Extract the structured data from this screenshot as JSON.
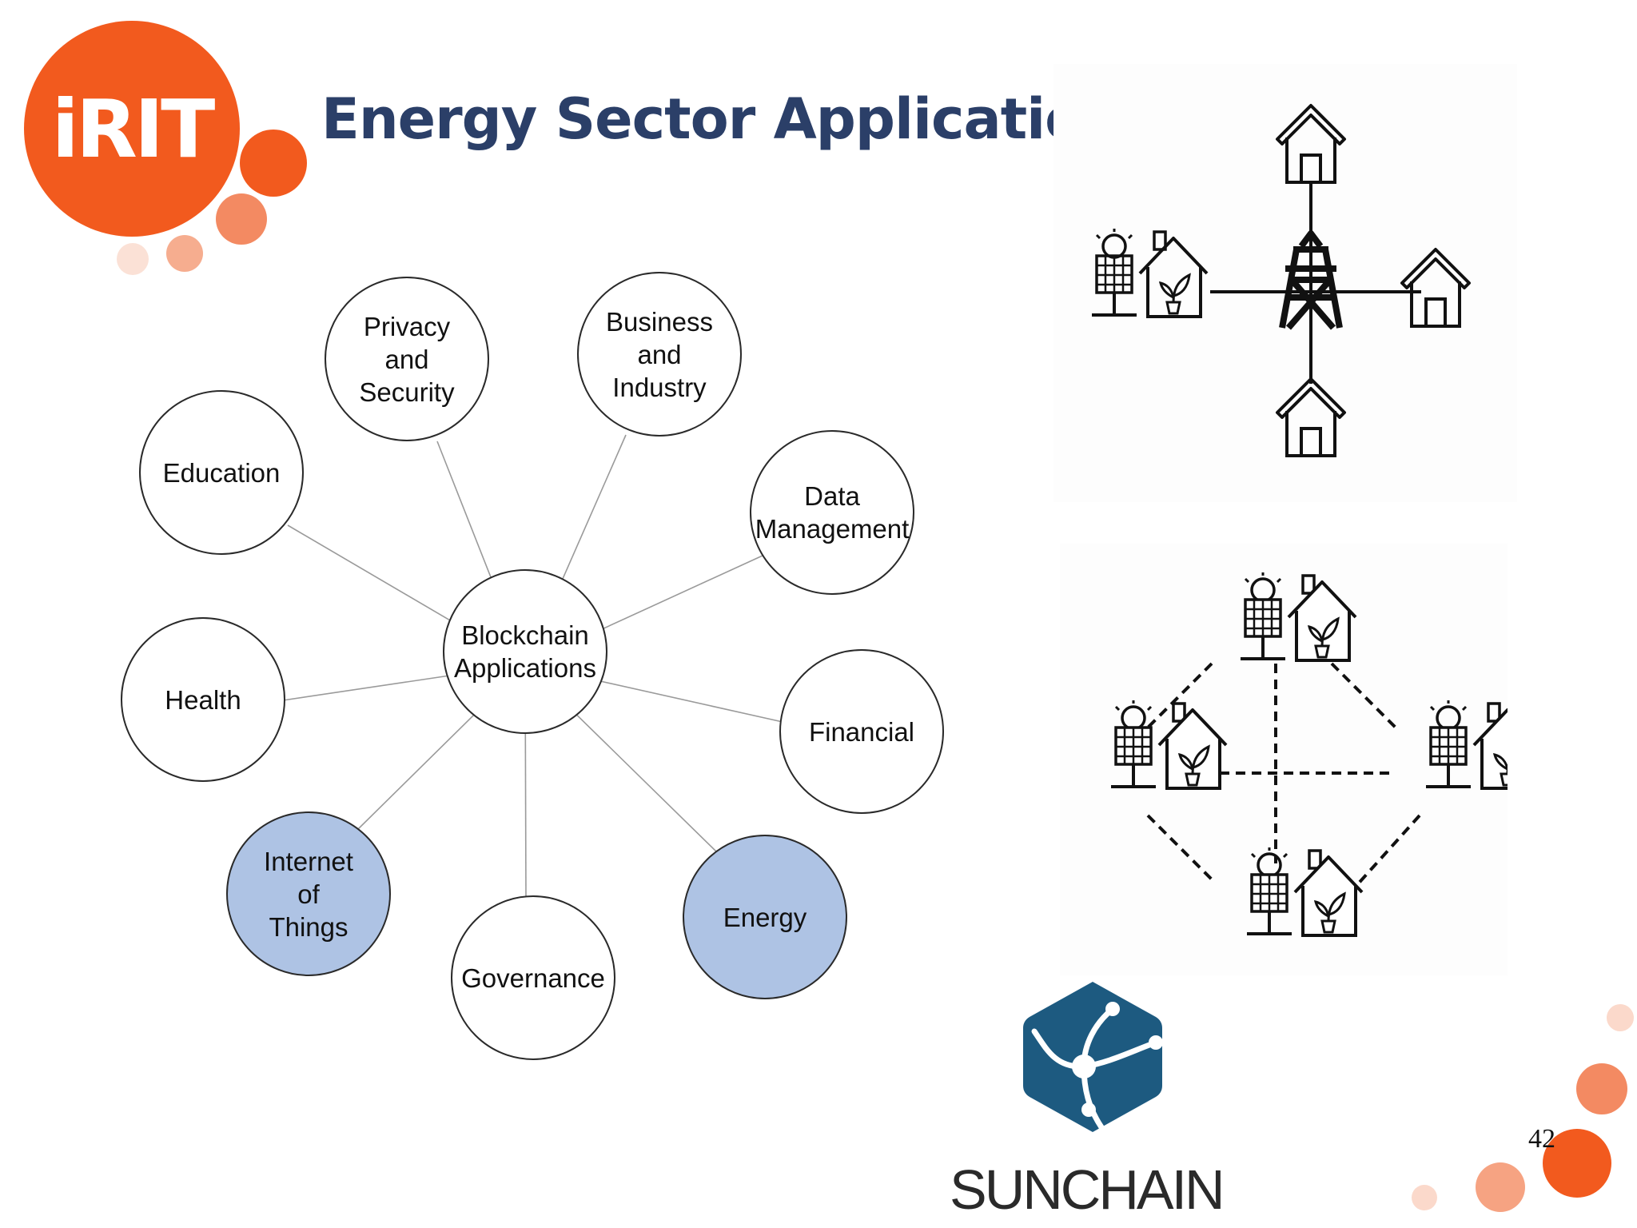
{
  "slide": {
    "title": "Energy Sector Application",
    "page_number": "42"
  },
  "logo": {
    "text": "iRIT",
    "name": "IRIT"
  },
  "sunchain": {
    "name": "SUNCHAIN"
  },
  "diagram": {
    "center": "Blockchain\nApplications",
    "nodes": {
      "privacy": "Privacy\nand\nSecurity",
      "business": "Business\nand\nIndustry",
      "education": "Education",
      "data": "Data\nManagement",
      "health": "Health",
      "financial": "Financial",
      "iot": "Internet\nof\nThings",
      "governance": "Governance",
      "energy": "Energy"
    },
    "highlighted": [
      "Internet of Things",
      "Energy"
    ]
  },
  "colors": {
    "accent_orange": "#f25a1e",
    "title_navy": "#2b3f68",
    "highlight_blue": "#aec3e4",
    "sunchain_blue": "#1d5a80"
  },
  "icons": {
    "top_figure": "centralized-grid-icon",
    "bottom_figure": "peer-to-peer-grid-icon"
  }
}
